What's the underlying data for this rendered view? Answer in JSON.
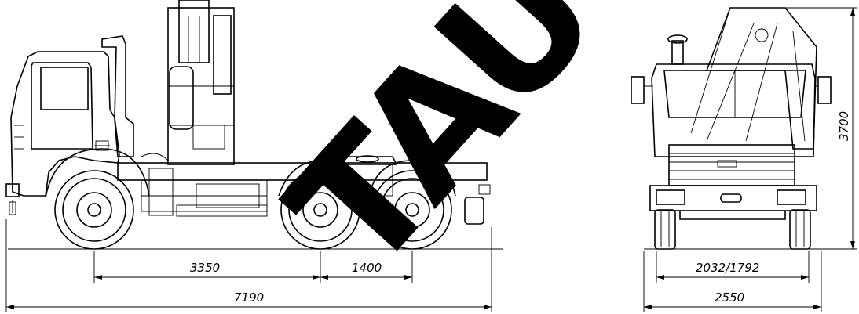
{
  "side_view": {
    "dimensions": {
      "wheelbase_front": "3350",
      "wheelbase_rear": "1400",
      "overall_length": "7190"
    }
  },
  "front_view": {
    "dimensions": {
      "track": "2032/1792",
      "overall_width": "2550",
      "overall_height": "3700"
    }
  },
  "watermark": {
    "text": "TAUTO",
    "color": "#000000"
  },
  "colors": {
    "line": "#000000",
    "background": "#ffffff"
  }
}
